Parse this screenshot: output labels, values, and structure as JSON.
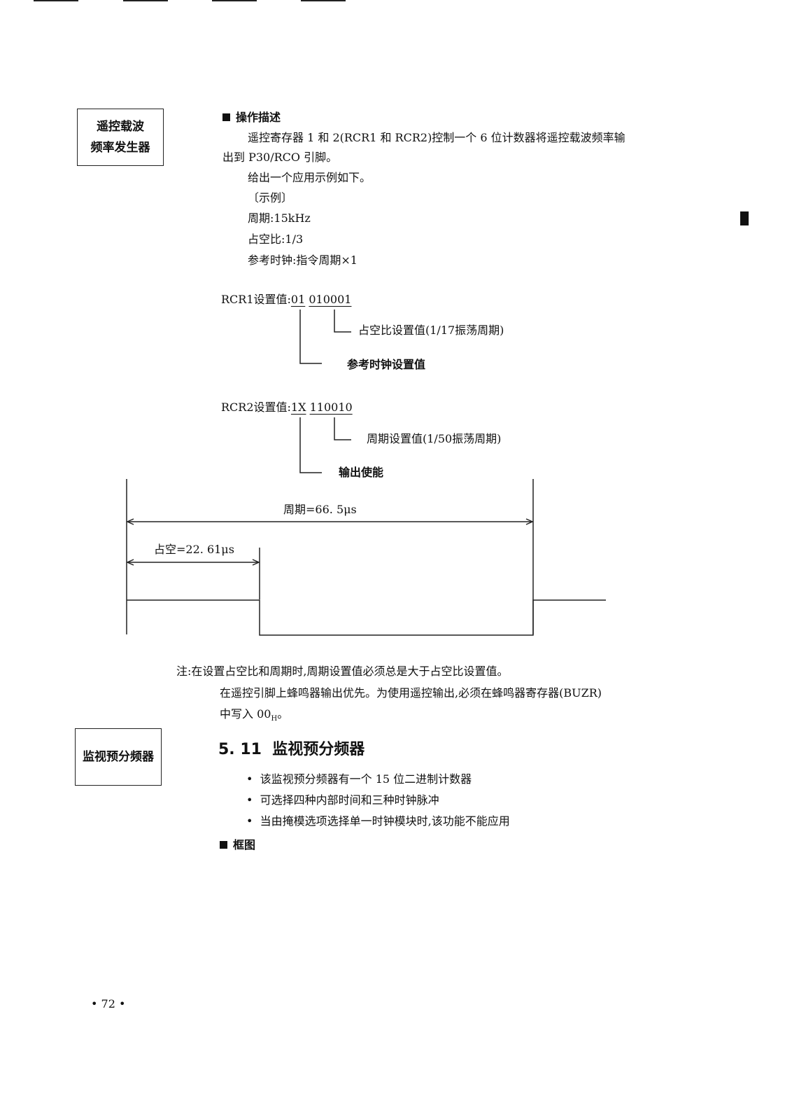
{
  "sidebar": {
    "box1_line1": "遥控载波",
    "box1_line2": "频率发生器",
    "box2_label": "监视预分频器"
  },
  "operation": {
    "heading": "操作描述",
    "para1_line1": "遥控寄存器 1 和 2(RCR1 和 RCR2)控制一个 6 位计数器将遥控载波频率输",
    "para1_line2": "出到 P30/RCO 引脚。",
    "para2": "给出一个应用示例如下。",
    "example_label": "〔示例〕",
    "period": "周期:15kHz",
    "duty": "占空比:1/3",
    "ref_clock": "参考时钟:指令周期×1"
  },
  "rcr1": {
    "label": "RCR1设置值:",
    "bits_a": "01",
    "bits_b": "010001",
    "annot_b": "占空比设置值(1/17振荡周期)",
    "annot_a": "参考时钟设置值"
  },
  "rcr2": {
    "label": "RCR2设置值:",
    "bits_a": "1X",
    "bits_b": "110010",
    "annot_b": "周期设置值(1/50振荡周期)",
    "annot_a": "输出使能"
  },
  "waveform": {
    "period_label": "周期=66. 5μs",
    "duty_label": "占空=22. 61μs"
  },
  "note": {
    "line1": "注:在设置占空比和周期时,周期设置值必须总是大于占空比设置值。",
    "line2": "在遥控引脚上蜂鸣器输出优先。为使用遥控输出,必须在蜂鸣器寄存器(BUZR)",
    "line3_prefix": "中写入 00",
    "line3_sub": "H",
    "line3_suffix": "。"
  },
  "section": {
    "number": "5. 11",
    "title": "监视预分频器",
    "bullets": [
      "该监视预分频器有一个 15 位二进制计数器",
      "可选择四种内部时间和三种时钟脉冲",
      "当由掩模选项选择单一时钟模块时,该功能不能应用"
    ],
    "block_heading": "框图"
  },
  "page_number": "• 72 •"
}
